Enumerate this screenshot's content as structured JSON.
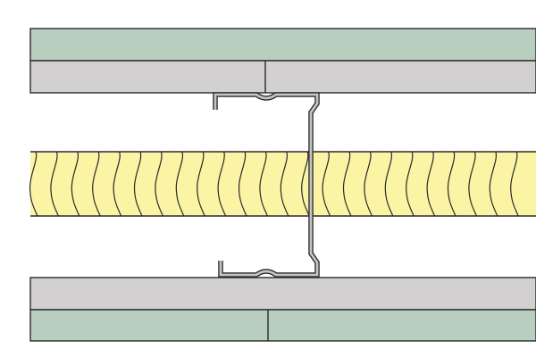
{
  "diagram": {
    "layers": [
      {
        "name": "outer-board-top",
        "fill": "#b8cfc0"
      },
      {
        "name": "inner-board-top",
        "fill": "#d2d0d1"
      },
      {
        "name": "insulation",
        "fill": "#faf4a4"
      },
      {
        "name": "inner-board-bottom",
        "fill": "#d2d0d1"
      },
      {
        "name": "outer-board-bottom",
        "fill": "#b8cfc0"
      }
    ],
    "stud": {
      "fill": "#c4c6c6",
      "stroke": "#2a2a2a"
    },
    "colors": {
      "line": "#2a2a2a",
      "background": "#ffffff"
    }
  }
}
